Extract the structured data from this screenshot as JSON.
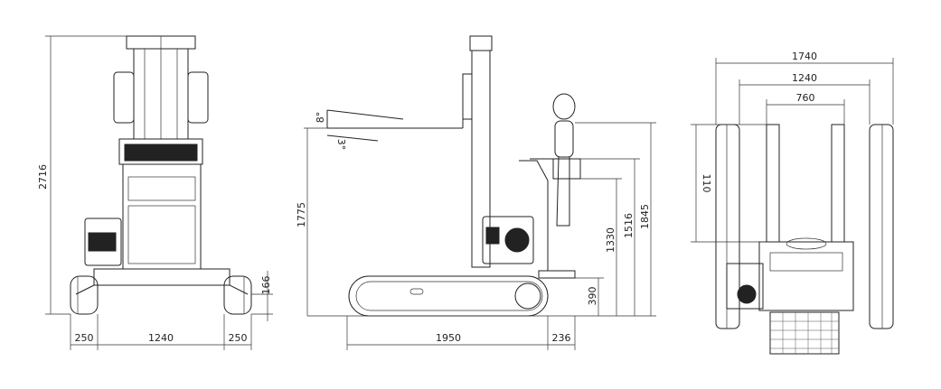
{
  "front_view": {
    "height_total": "2716",
    "track_width_left": "250",
    "track_gauge": "1240",
    "track_width_right": "250",
    "ground_clearance": "166"
  },
  "side_view": {
    "tilt_forward": "8°",
    "tilt_back": "3°",
    "fork_height": "1775",
    "operator_height": "1845",
    "guard_height": "1516",
    "handle_height": "1330",
    "platform_height": "390",
    "track_length": "1950",
    "rear_overhang": "236"
  },
  "top_view": {
    "overall_width": "1740",
    "inner_width": "1240",
    "fork_spread": "760",
    "fork_width": "110"
  },
  "colors": {
    "line": "#222222",
    "background": "#ffffff"
  }
}
